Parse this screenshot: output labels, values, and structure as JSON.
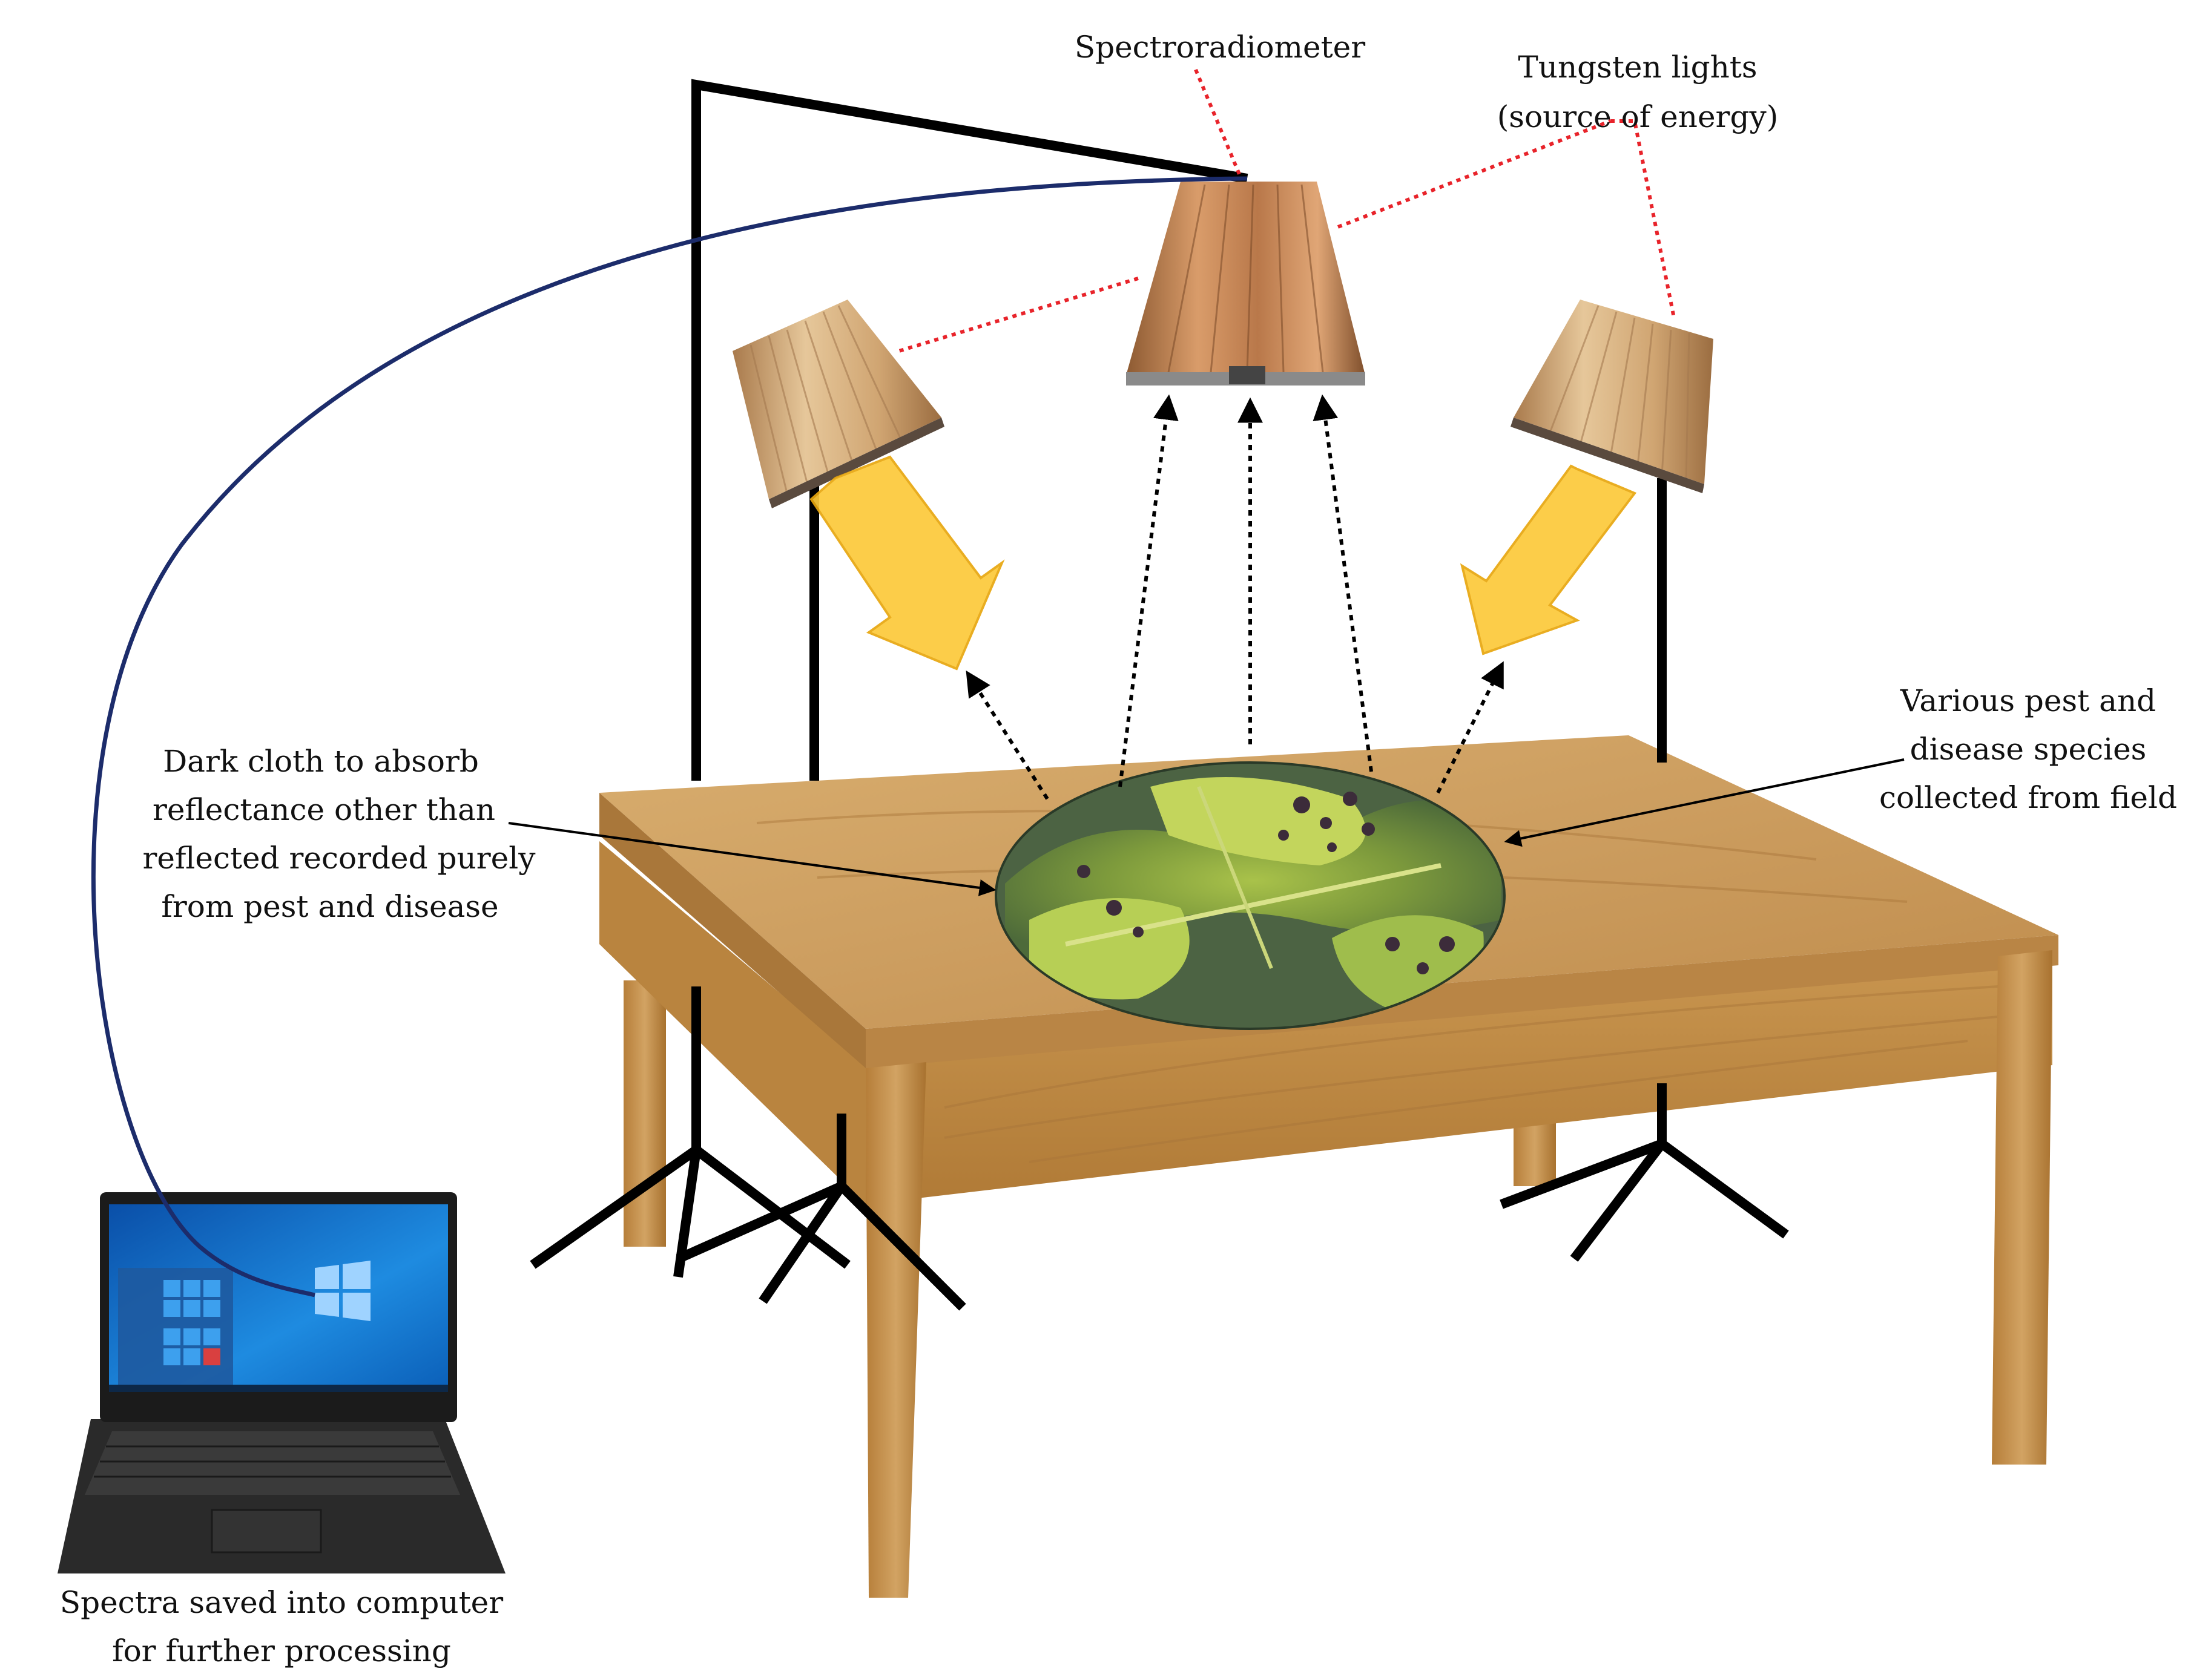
{
  "labels": {
    "spectroradiometer": "Spectroradiometer",
    "tungsten_line1": "Tungsten lights",
    "tungsten_line2": "(source of energy)",
    "dark_cloth_line1": "Dark cloth to absorb",
    "dark_cloth_line2": "reflectance other than",
    "dark_cloth_line3": "reflected recorded purely",
    "dark_cloth_line4": "from pest and disease",
    "pest_line1": "Various pest and",
    "pest_line2": "disease species",
    "pest_line3": "collected from field",
    "computer_line1": "Spectra saved into computer",
    "computer_line2": "for further processing"
  },
  "colors": {
    "leader_red": "#e8232a",
    "cable_blue": "#1c2c6b",
    "light_beam": "#fcc93a",
    "table_wood": "#c89a5a",
    "lamp_shade": "#c89563",
    "stand_black": "#000000"
  },
  "icons": {
    "screen_logo": "windows-logo-icon"
  }
}
